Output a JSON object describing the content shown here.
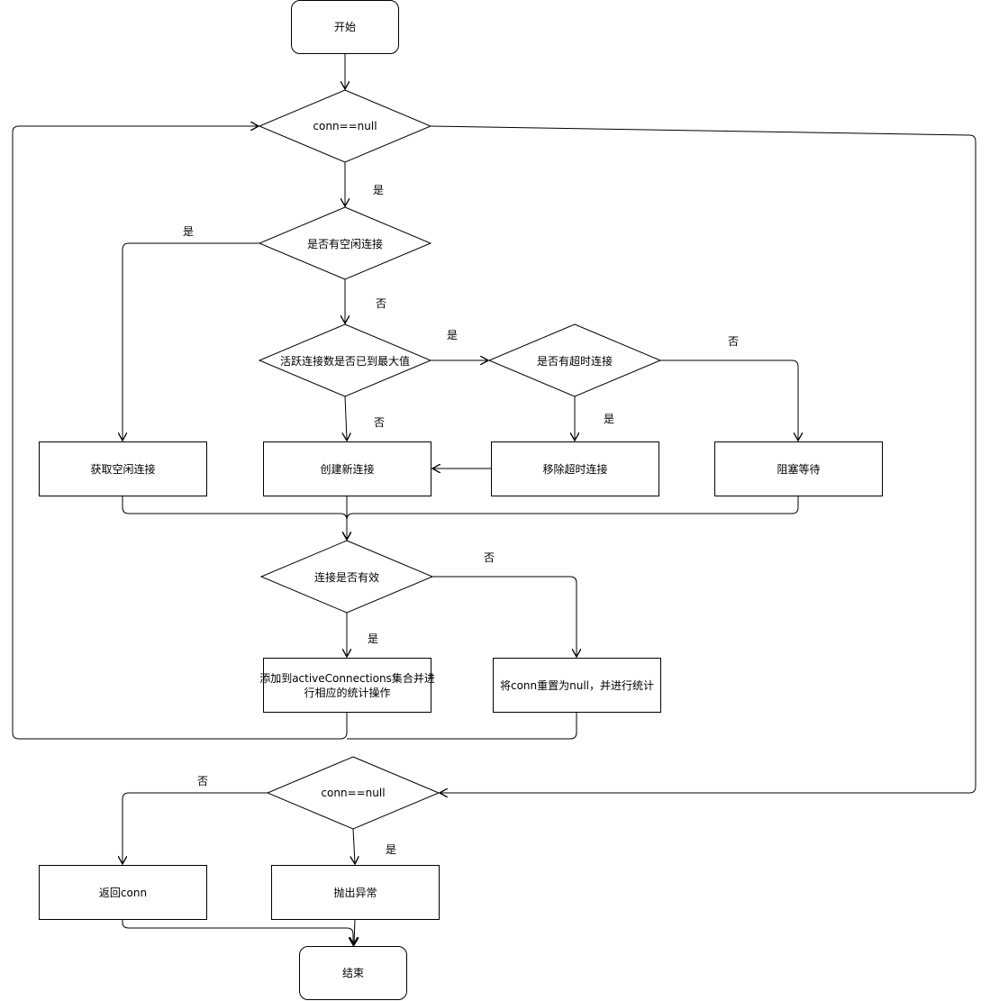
{
  "nodes": {
    "start": "开始",
    "check_conn_1": "conn==null",
    "has_idle": "是否有空闲连接",
    "active_max": "活跃连接数是否已到最大值",
    "has_timeout": "是否有超时连接",
    "get_idle": "获取空闲连接",
    "create_new": "创建新连接",
    "remove_timeout": "移除超时连接",
    "block_wait": "阻塞等待",
    "conn_valid": "连接是否有效",
    "add_active_line1": "添加到activeConnections集合并进",
    "add_active_line2": "行相应的统计操作",
    "reset_conn": "将conn重置为null，并进行统计",
    "check_conn_2": "conn==null",
    "return_conn": "返回conn",
    "throw_exception": "抛出异常",
    "end": "结束"
  },
  "edge_labels": {
    "yes_conn1": "是",
    "yes_idle": "是",
    "no_idle": "否",
    "yes_max": "是",
    "no_timeout": "否",
    "no_max": "否",
    "yes_timeout": "是",
    "no_valid": "否",
    "yes_valid": "是",
    "no_conn2": "否",
    "yes_conn2": "是"
  },
  "colors": {
    "stroke": "#000000",
    "fill": "#ffffff"
  }
}
